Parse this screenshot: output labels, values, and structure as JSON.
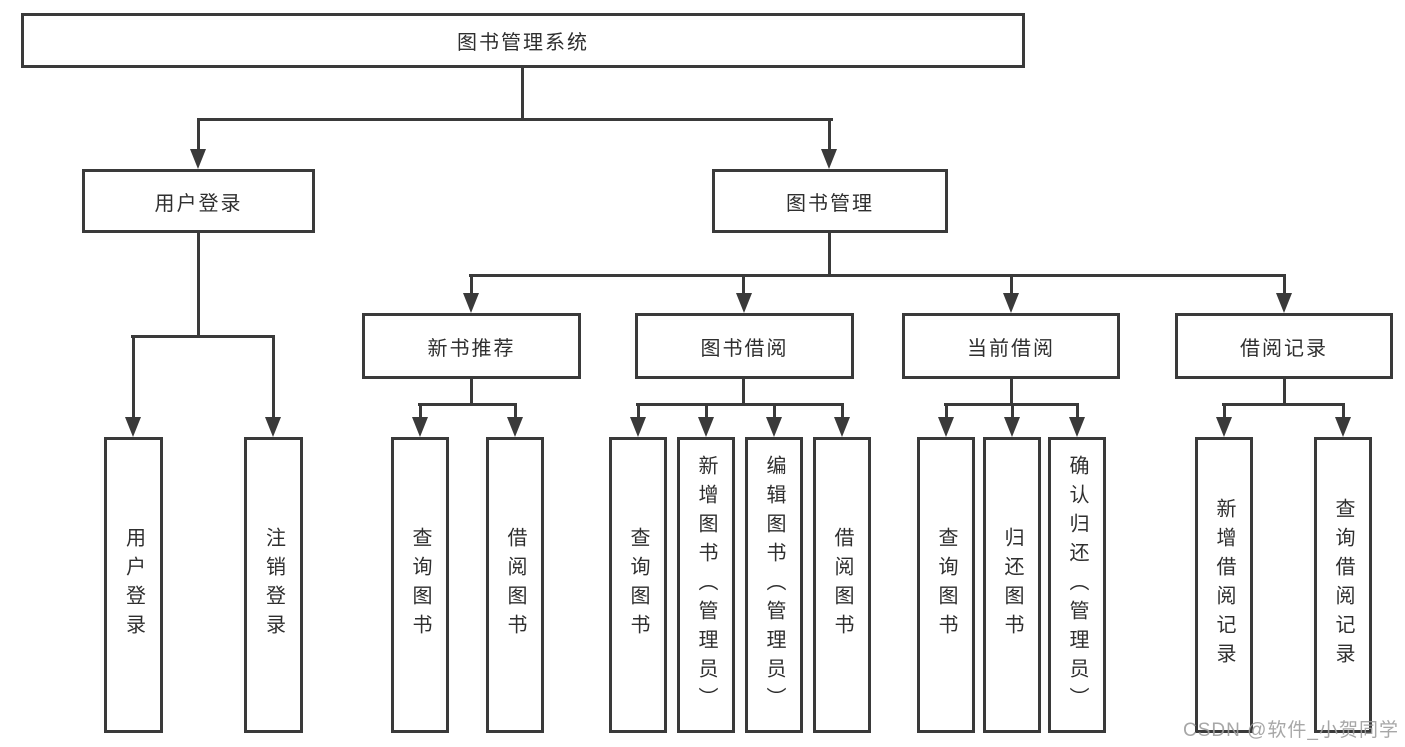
{
  "colors": {
    "line": "#3a3a3a",
    "text": "#2f2f2f",
    "bg": "#ffffff",
    "wm": "#9e9e9e"
  },
  "watermark": {
    "text": "CSDN @软件_小贺同学"
  },
  "tree": {
    "root": {
      "label": "图书管理系统"
    },
    "branches": [
      {
        "label": "用户登录",
        "children": [
          {
            "label": "用户登录"
          },
          {
            "label": "注销登录"
          }
        ]
      },
      {
        "label": "图书管理",
        "groups": [
          {
            "label": "新书推荐",
            "children": [
              {
                "label": "查询图书"
              },
              {
                "label": "借阅图书"
              }
            ]
          },
          {
            "label": "图书借阅",
            "children": [
              {
                "label": "查询图书"
              },
              {
                "label": "新增图书（管理员）"
              },
              {
                "label": "编辑图书（管理员）"
              },
              {
                "label": "借阅图书"
              }
            ]
          },
          {
            "label": "当前借阅",
            "children": [
              {
                "label": "查询图书"
              },
              {
                "label": "归还图书"
              },
              {
                "label": "确认归还（管理员）"
              }
            ]
          },
          {
            "label": "借阅记录",
            "children": [
              {
                "label": "新增借阅记录"
              },
              {
                "label": "查询借阅记录"
              }
            ]
          }
        ]
      }
    ]
  }
}
